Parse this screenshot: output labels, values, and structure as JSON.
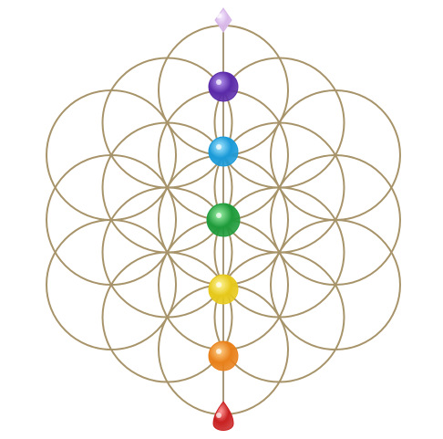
{
  "colors": {
    "background": "#ffffff",
    "line": "#a8946a",
    "line_dark": "#8a7750"
  },
  "gems": [
    {
      "name": "crown-gem",
      "shape": "diamond",
      "color": "#d8b8e8",
      "highlight": "#f6ecff"
    },
    {
      "name": "third-eye-gem",
      "shape": "round",
      "color": "#5a2aa8",
      "highlight": "#b89af0"
    },
    {
      "name": "throat-gem",
      "shape": "round",
      "color": "#1a9ad8",
      "highlight": "#a6e6ff"
    },
    {
      "name": "heart-gem",
      "shape": "round",
      "color": "#1e9a3a",
      "highlight": "#9ef0a8"
    },
    {
      "name": "solar-plexus-gem",
      "shape": "round",
      "color": "#e6c81a",
      "highlight": "#fff6a0"
    },
    {
      "name": "sacral-gem",
      "shape": "round",
      "color": "#e8801a",
      "highlight": "#ffd08a"
    },
    {
      "name": "root-gem",
      "shape": "oval",
      "color": "#c82020",
      "highlight": "#ff9a9a"
    }
  ]
}
